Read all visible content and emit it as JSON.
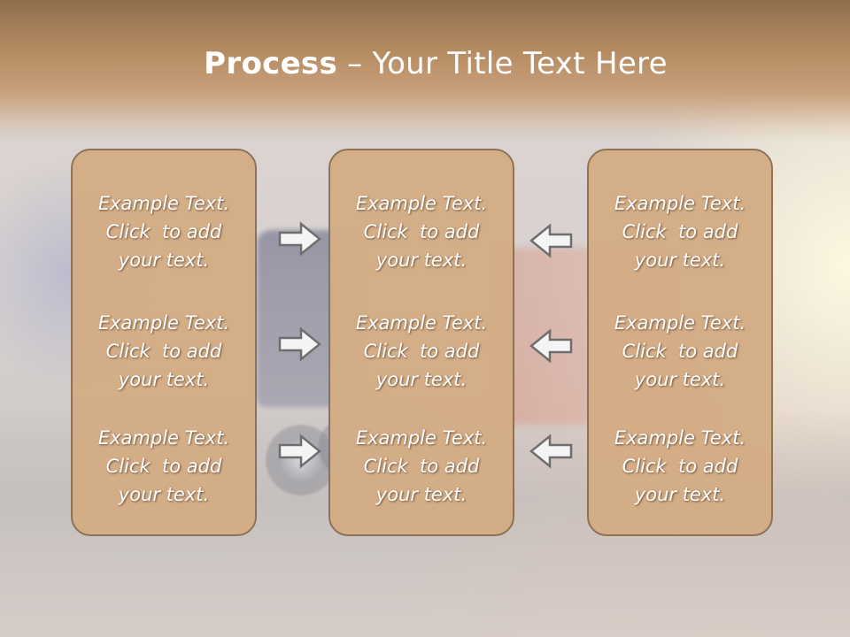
{
  "slide": {
    "title_bold": "Process",
    "title_rest": " – Your Title Text Here"
  },
  "columns": [
    {
      "blocks": [
        {
          "line1": "Example Text.",
          "line2": "Click  to add",
          "line3": "your text."
        },
        {
          "line1": "Example Text.",
          "line2": "Click  to add",
          "line3": "your text."
        },
        {
          "line1": "Example Text.",
          "line2": "Click  to add",
          "line3": "your text."
        }
      ]
    },
    {
      "blocks": [
        {
          "line1": "Example Text.",
          "line2": "Click  to add",
          "line3": "your text."
        },
        {
          "line1": "Example Text.",
          "line2": "Click  to add",
          "line3": "your text."
        },
        {
          "line1": "Example Text.",
          "line2": "Click  to add",
          "line3": "your text."
        }
      ]
    },
    {
      "blocks": [
        {
          "line1": "Example Text.",
          "line2": "Click  to add",
          "line3": "your text."
        },
        {
          "line1": "Example Text.",
          "line2": "Click  to add",
          "line3": "your text."
        },
        {
          "line1": "Example Text.",
          "line2": "Click  to add",
          "line3": "your text."
        }
      ]
    }
  ],
  "arrows": {
    "left_group": "right-arrow-icon",
    "right_group": "left-arrow-icon"
  },
  "colors": {
    "title_bar": "#b48a62",
    "box_fill": "#d4ad85",
    "box_border": "#8b7055",
    "text": "#ffffff",
    "arrow_fill": "#f4f4f4",
    "arrow_stroke": "#6e6e6e"
  }
}
